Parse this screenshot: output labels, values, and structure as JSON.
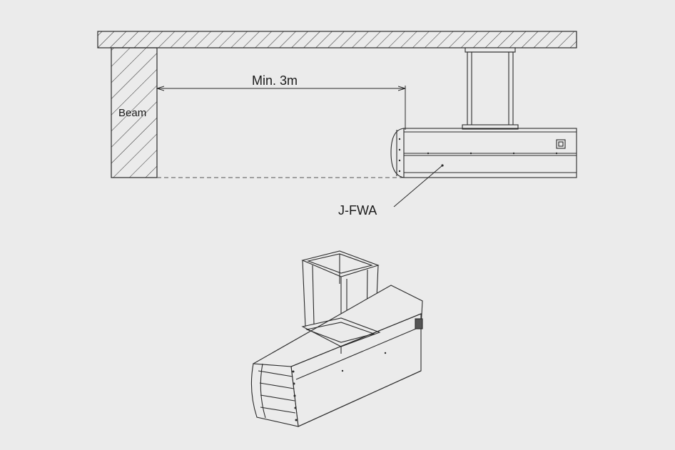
{
  "labels": {
    "beam": "Beam",
    "min_distance": "Min. 3m",
    "unit": "J-FWA"
  },
  "colors": {
    "background": "#ebebeb",
    "line": "#2a2a2a",
    "hatch": "#3a3a3a"
  }
}
